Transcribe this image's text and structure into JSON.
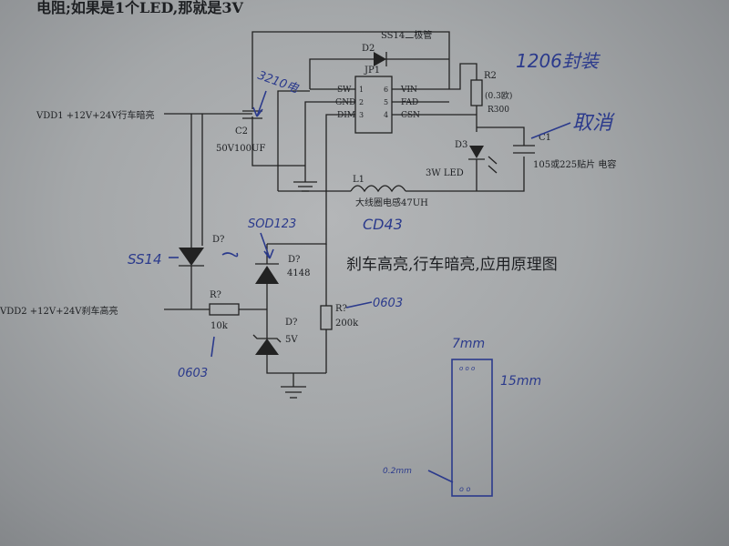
{
  "header_text": "电阻;如果是1个LED,那就是3V",
  "title": "刹车高亮,行车暗亮,应用原理图",
  "colors": {
    "ink": "#1d1f22",
    "pen": "#2b3a8c",
    "paper": "#a8abad"
  },
  "inputs": {
    "vdd1": "VDD1 +12V+24V行车暗亮",
    "vdd2": "VDD2 +12V+24V刹车高亮"
  },
  "ic": {
    "ref": "JP1",
    "pins_left": [
      "SW",
      "GND",
      "DIM"
    ],
    "pins_right": [
      "VIN",
      "FAD",
      "CSN"
    ],
    "pin_nums_left": [
      "1",
      "2",
      "3"
    ],
    "pin_nums_right": [
      "6",
      "5",
      "4"
    ]
  },
  "components": {
    "d2_label": "D2",
    "d2_desc": "SS14二极管",
    "r2_label": "R2",
    "r2_value": "(0.3欧)",
    "r2_part": "R300",
    "c2_label": "C2",
    "c2_value": "50V100UF",
    "d3_label": "D3",
    "d3_desc": "3W LED",
    "c1_label": "C1",
    "c1_desc": "105或225贴片 电容",
    "l1_label": "L1",
    "l1_desc": "大线圈电感47UH",
    "d_ss14_ref": "D?",
    "d_4148_ref": "D?",
    "d_4148_value": "4148",
    "r_10k_ref": "R?",
    "r_10k_value": "10k",
    "d_zener_ref": "D?",
    "d_zener_value": "5V",
    "r_200k_ref": "R?",
    "r_200k_value": "200k"
  },
  "handwritten": {
    "pkg_1206": "1206封装",
    "cancel": "取消",
    "cap_3210": "3210电",
    "ss14": "SS14",
    "sod123": "SOD123",
    "cd43": "CD43",
    "pkg_0603_a": "0603",
    "pkg_0603_b": "0603",
    "dim_7mm": "7mm",
    "dim_15mm": "15mm",
    "dim_02mm": "0.2mm"
  }
}
